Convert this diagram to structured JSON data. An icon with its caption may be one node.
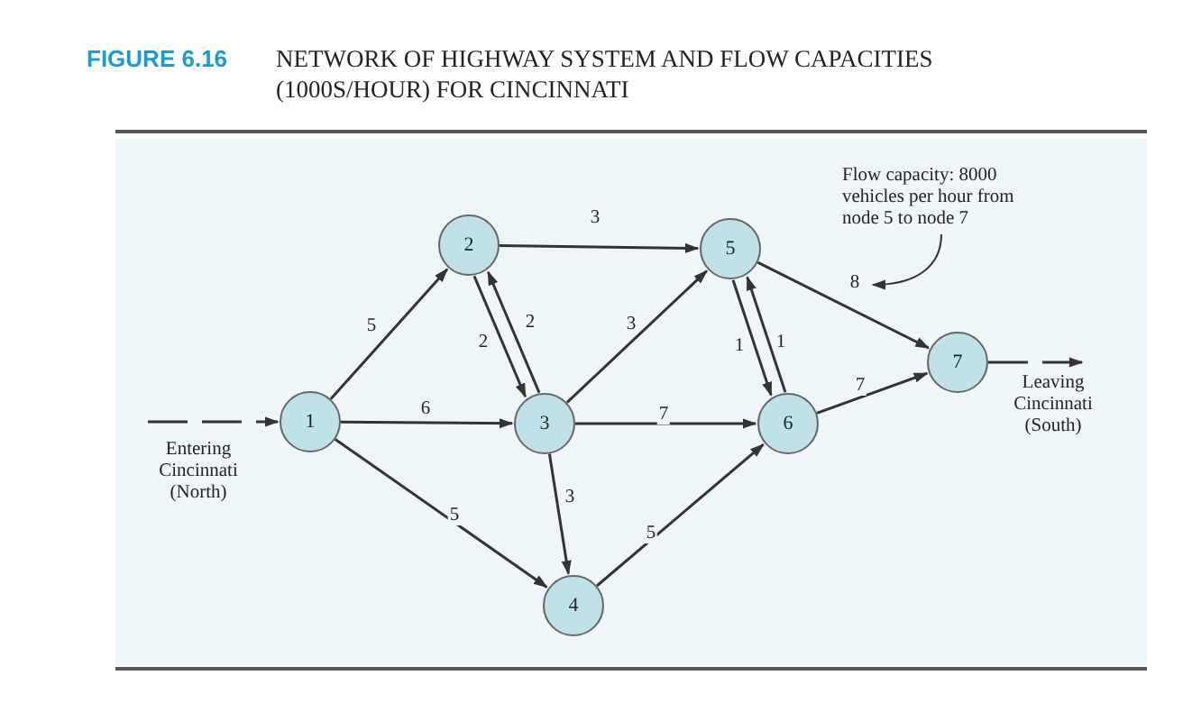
{
  "diagram": {
    "title": "NETWORK OF HIGHWAY SYSTEM AND FLOW CAPACITIES (1000S/HOUR) FOR CINCINNATI",
    "nodes": [
      {
        "text": [
          "1"
        ]
      },
      {
        "text": [
          "2"
        ]
      },
      {
        "text": [
          "3"
        ]
      },
      {
        "text": [
          "4"
        ]
      },
      {
        "text": [
          "5"
        ]
      },
      {
        "text": [
          "6"
        ]
      },
      {
        "text": [
          "7"
        ]
      },
      {
        "text": [
          "Flow capacity: 8000 vehicles per hour from node 5 to node 7"
        ]
      },
      {
        "text": [
          "Leaving Cincinnati (South)"
        ]
      }
    ],
    "edges": [
      {
        "from": null,
        "to": 0,
        "arrow": "to",
        "style": "dashed"
      },
      {
        "from": 0,
        "to": 1,
        "arrow": "to",
        "label": "5"
      },
      {
        "from": 0,
        "to": 2,
        "arrow": "to",
        "label": "6"
      },
      {
        "from": 0,
        "to": 3,
        "arrow": "to",
        "label": "5"
      },
      {
        "from": 1,
        "to": 4,
        "arrow": "to",
        "label": "3"
      },
      {
        "from": 1,
        "to": 2,
        "arrow": "to",
        "label": "2"
      },
      {
        "from": 2,
        "to": 1,
        "arrow": "to",
        "label": "2"
      },
      {
        "from": 2,
        "to": 3,
        "arrow": "to",
        "label": "3"
      },
      {
        "from": 2,
        "to": 5,
        "arrow": "to",
        "label": "7"
      },
      {
        "from": 2,
        "to": 4,
        "arrow": "to",
        "label": "3"
      },
      {
        "from": 3,
        "to": 5,
        "arrow": "to",
        "label": "5"
      },
      {
        "from": 4,
        "to": 5,
        "arrow": "to",
        "label": "1"
      },
      {
        "from": 5,
        "to": 4,
        "arrow": "to",
        "label": "1"
      },
      {
        "from": 4,
        "to": 6,
        "arrow": "to",
        "label": "8"
      },
      {
        "from": 5,
        "to": 6,
        "arrow": "to",
        "label": "7"
      },
      {
        "from": 6,
        "to": 8,
        "arrow": "to",
        "style": "dashed"
      },
      {
        "from": 7,
        "to": null,
        "arrow": "to"
      }
    ],
    "labels": [
      "FIGURE 6.16",
      "Entering Cincinnati (North)"
    ]
  }
}
